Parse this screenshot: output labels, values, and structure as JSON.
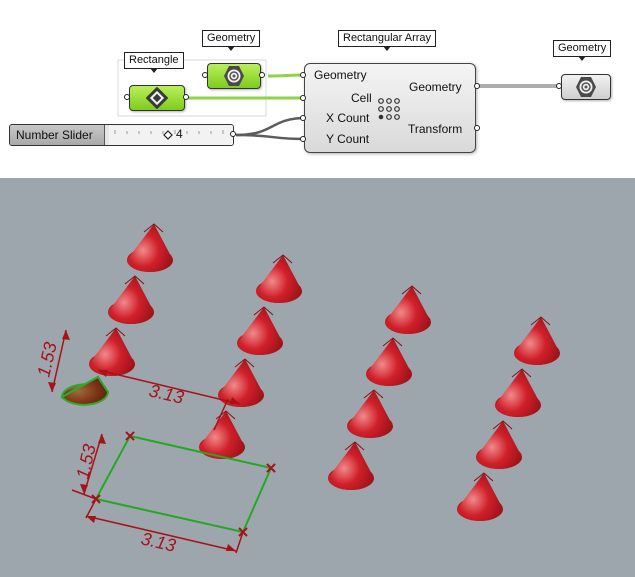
{
  "node_editor": {
    "rectangle_tag": "Rectangle",
    "geometry_param_tag": "Geometry",
    "array_tag": "Rectangular Array",
    "array_inputs": [
      "Geometry",
      "Cell",
      "X Count",
      "Y Count"
    ],
    "array_outputs": [
      "Geometry",
      "Transform"
    ],
    "output_geometry_tag": "Geometry",
    "slider": {
      "name": "Number Slider",
      "value": "4"
    },
    "colors": {
      "component_green": "#8ad62f",
      "wire_green": "#8fd14a",
      "wire_grey": "#5c5c5c"
    }
  },
  "viewport": {
    "background_color": "#9ea6ad",
    "cone_color": "#d0202a",
    "rectangle_color": "#22a822",
    "dimension_color": "#a5121a",
    "dimensions": {
      "cone_width": "3.13",
      "cone_height": "1.53",
      "rect_width": "3.13",
      "rect_height": "1.53"
    }
  }
}
